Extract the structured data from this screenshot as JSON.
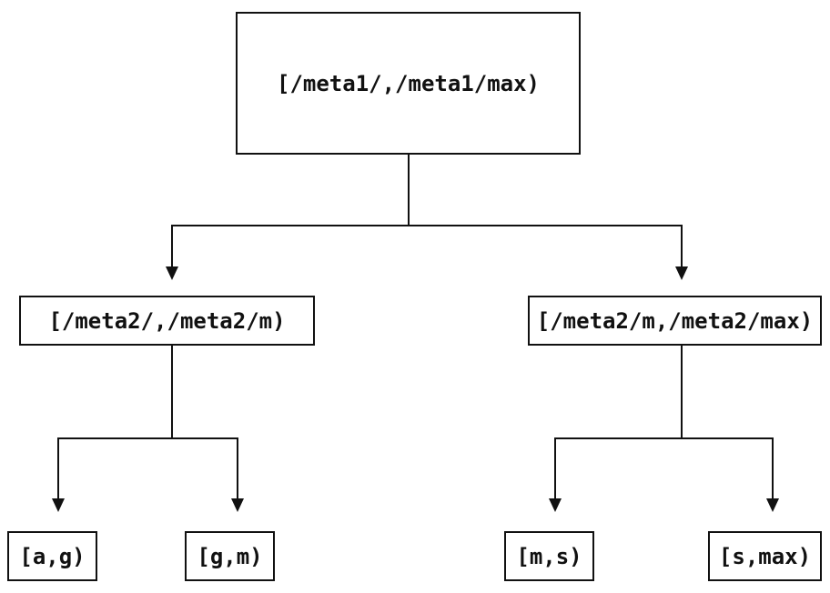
{
  "diagram": {
    "type": "tree",
    "tree": {
      "root": {
        "label": "[/meta1/,/meta1/max)",
        "children": [
          {
            "label": "[/meta2/,/meta2/m)",
            "children": [
              {
                "label": "[a,g)"
              },
              {
                "label": "[g,m)"
              }
            ]
          },
          {
            "label": "[/meta2/m,/meta2/max)",
            "children": [
              {
                "label": "[m,s)"
              },
              {
                "label": "[s,max)"
              }
            ]
          }
        ]
      }
    },
    "colors": {
      "line": "#111111",
      "box_border": "#111111",
      "text": "#111111",
      "background": "#ffffff"
    }
  }
}
